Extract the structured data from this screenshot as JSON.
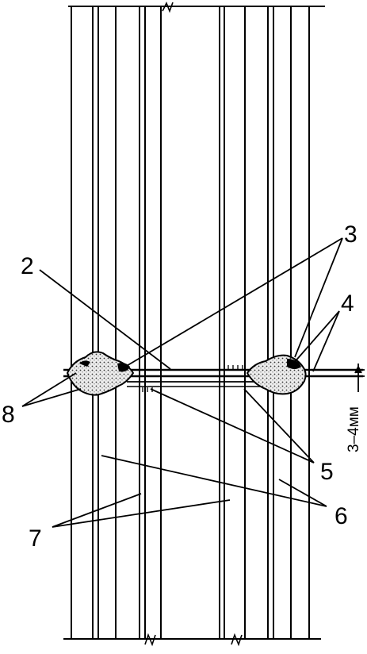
{
  "labels": {
    "l2": "2",
    "l3": "3",
    "l4": "4",
    "l5": "5",
    "l6": "6",
    "l7": "7",
    "l8": "8",
    "dim": "3–4мм"
  },
  "colors": {
    "ink": "#000000",
    "background": "#ffffff",
    "sealant": "#d9d9d9"
  }
}
